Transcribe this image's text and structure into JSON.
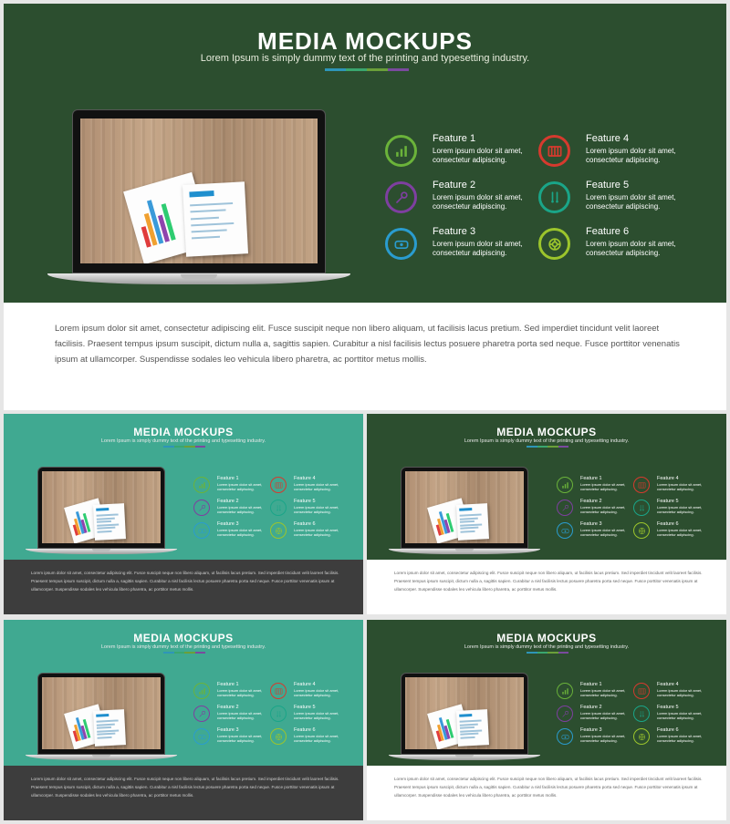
{
  "slide": {
    "title": "MEDIA MOCKUPS",
    "subtitle": "Lorem Ipsum is simply dummy text of the printing and typesetting industry.",
    "accent_colors": [
      "#2e95b8",
      "#3aa66f",
      "#6b9f3a",
      "#7a4a9e"
    ],
    "body_text": "Lorem ipsum dolor sit amet, consectetur adipiscing elit. Fusce suscipit neque non libero aliquam, ut facilisis lacus pretium. Sed imperdiet tincidunt velit laoreet facilisis. Praesent tempus ipsum suscipit, dictum nulla a, sagittis sapien. Curabitur a nisl facilisis lectus posuere pharetra porta sed neque. Fusce porttitor venenatis ipsum at ullamcorper. Suspendisse sodales leo vehicula libero pharetra, ac porttitor metus mollis.",
    "features": [
      {
        "title": "Feature 1",
        "desc": "Lorem ipsum dolor sit amet, consectetur adipiscing.",
        "icon": "bar-chart-icon",
        "color": "#6bb33a"
      },
      {
        "title": "Feature 2",
        "desc": "Lorem ipsum dolor sit amet, consectetur adipiscing.",
        "icon": "wrench-icon",
        "color": "#7e3fa0"
      },
      {
        "title": "Feature 3",
        "desc": "Lorem ipsum dolor sit amet, consectetur adipiscing.",
        "icon": "eye-icon",
        "color": "#2a9ccf"
      },
      {
        "title": "Feature 4",
        "desc": "Lorem ipsum dolor sit amet, consectetur adipiscing.",
        "icon": "money-icon",
        "color": "#d63a2e"
      },
      {
        "title": "Feature 5",
        "desc": "Lorem ipsum dolor sit amet, consectetur adipiscing.",
        "icon": "thermometer-icon",
        "color": "#1aa588"
      },
      {
        "title": "Feature 6",
        "desc": "Lorem ipsum dolor sit amet, consectetur adipiscing.",
        "icon": "lifebuoy-icon",
        "color": "#9cc52c"
      }
    ]
  },
  "colors": {
    "dark_green": "#2c4e2f",
    "teal": "#40a991",
    "dark_gray": "#3d3d3d"
  },
  "thumbnails": [
    {
      "theme": "teal"
    },
    {
      "theme": "green"
    },
    {
      "theme": "teal"
    },
    {
      "theme": "green"
    }
  ]
}
